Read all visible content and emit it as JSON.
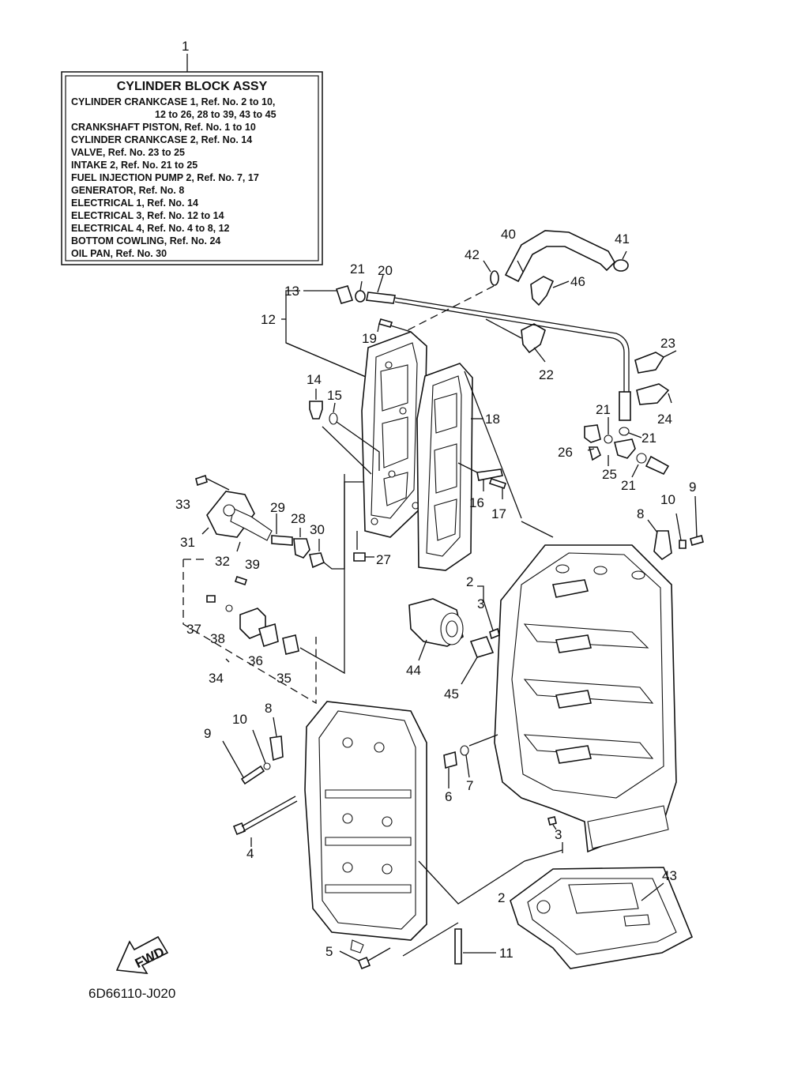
{
  "assembly_box": {
    "ref": "1",
    "title": "CYLINDER BLOCK ASSY",
    "lines": [
      "CYLINDER CRANKCASE 1,  Ref. No. 2 to 10,",
      "12 to 26, 28 to 39, 43 to 45",
      "CRANKSHAFT PISTON,  Ref. No. 1 to 10",
      "CYLINDER CRANKCASE 2,  Ref. No. 14",
      "VALVE,  Ref. No. 23 to 25",
      "INTAKE 2,  Ref. No. 21 to 25",
      "FUEL INJECTION PUMP 2,  Ref. No. 7, 17",
      "GENERATOR,  Ref. No. 8",
      "ELECTRICAL 1,  Ref. No. 14",
      "ELECTRICAL 3,  Ref. No. 12 to 14",
      "ELECTRICAL 4,  Ref. No. 4 to 8, 12",
      "BOTTOM COWLING,  Ref. No. 24",
      "OIL PAN,  Ref. No. 30"
    ]
  },
  "fwd_label": "FWD",
  "drawing_code": "6D66110-J020",
  "callouts": [
    "2",
    "2",
    "3",
    "3",
    "4",
    "5",
    "6",
    "7",
    "8",
    "8",
    "9",
    "9",
    "10",
    "10",
    "11",
    "12",
    "13",
    "14",
    "15",
    "16",
    "17",
    "18",
    "19",
    "20",
    "21",
    "21",
    "21",
    "21",
    "22",
    "23",
    "24",
    "25",
    "26",
    "27",
    "28",
    "29",
    "30",
    "31",
    "32",
    "33",
    "34",
    "35",
    "36",
    "37",
    "38",
    "39",
    "40",
    "41",
    "42",
    "43",
    "44",
    "45",
    "46"
  ]
}
